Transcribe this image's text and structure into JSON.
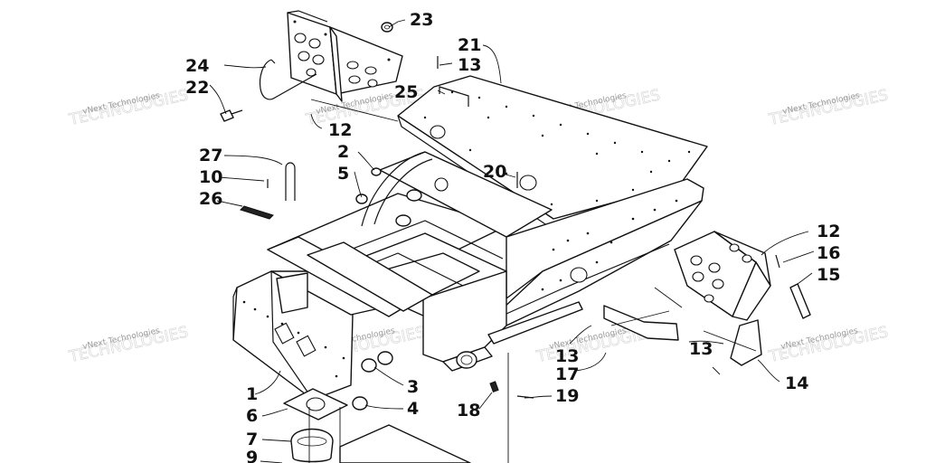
{
  "watermark": {
    "text": "vNext Technologies"
  },
  "callouts": [
    {
      "id": "c1",
      "label": "1"
    },
    {
      "id": "c2",
      "label": "2"
    },
    {
      "id": "c3",
      "label": "3"
    },
    {
      "id": "c4",
      "label": "4"
    },
    {
      "id": "c5",
      "label": "5"
    },
    {
      "id": "c6",
      "label": "6"
    },
    {
      "id": "c7",
      "label": "7"
    },
    {
      "id": "c9",
      "label": "9"
    },
    {
      "id": "c10",
      "label": "10"
    },
    {
      "id": "c12a",
      "label": "12"
    },
    {
      "id": "c12b",
      "label": "12"
    },
    {
      "id": "c13a",
      "label": "13"
    },
    {
      "id": "c13b",
      "label": "13"
    },
    {
      "id": "c13c",
      "label": "13"
    },
    {
      "id": "c14",
      "label": "14"
    },
    {
      "id": "c15",
      "label": "15"
    },
    {
      "id": "c16",
      "label": "16"
    },
    {
      "id": "c17",
      "label": "17"
    },
    {
      "id": "c18",
      "label": "18"
    },
    {
      "id": "c19",
      "label": "19"
    },
    {
      "id": "c20",
      "label": "20"
    },
    {
      "id": "c21",
      "label": "21"
    },
    {
      "id": "c22",
      "label": "22"
    },
    {
      "id": "c23",
      "label": "23"
    },
    {
      "id": "c24",
      "label": "24"
    },
    {
      "id": "c25",
      "label": "25"
    },
    {
      "id": "c26",
      "label": "26"
    },
    {
      "id": "c27",
      "label": "27"
    }
  ]
}
